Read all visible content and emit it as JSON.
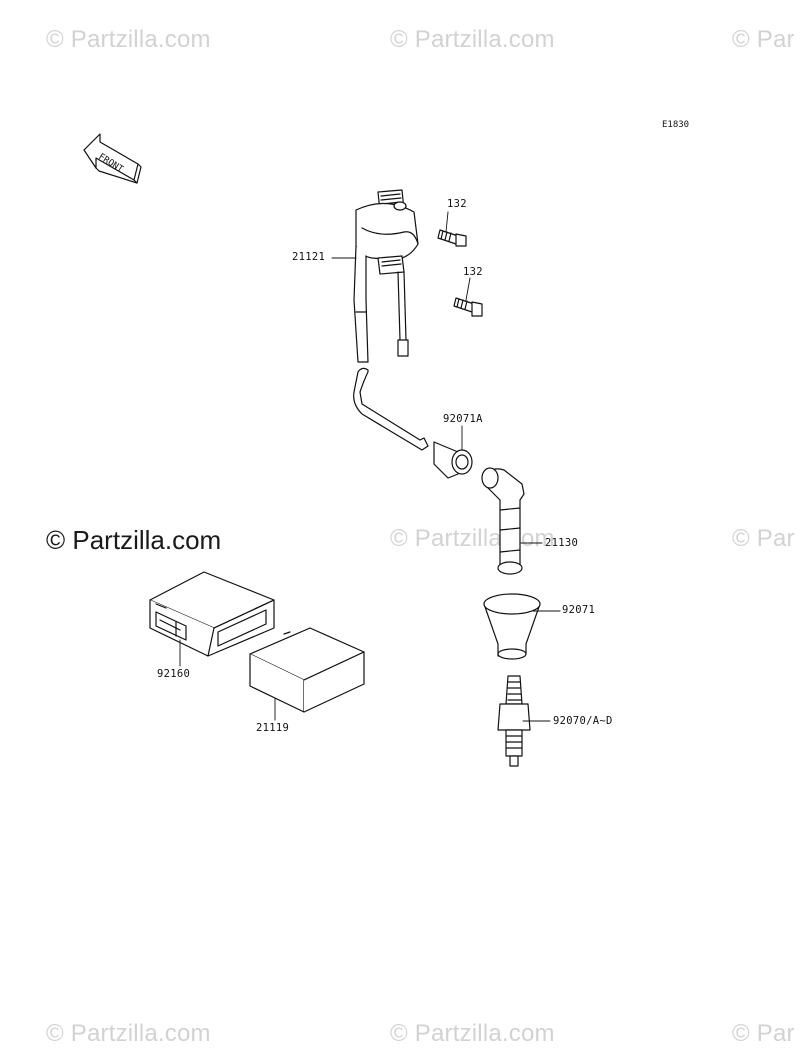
{
  "watermark": {
    "text": "© Partzilla.com",
    "repeat_text": "© Par"
  },
  "diagram": {
    "code": "E1830",
    "front_label": "FRONT"
  },
  "parts": [
    {
      "id": "coil",
      "label": "21121"
    },
    {
      "id": "bolt_upper",
      "label": "132"
    },
    {
      "id": "bolt_lower",
      "label": "132"
    },
    {
      "id": "cap",
      "label": "92071A"
    },
    {
      "id": "plug_cap",
      "label": "21130"
    },
    {
      "id": "seal",
      "label": "92071"
    },
    {
      "id": "spark_plug",
      "label": "92070/A~D"
    },
    {
      "id": "cover",
      "label": "92160"
    },
    {
      "id": "igniter",
      "label": "21119"
    }
  ],
  "colors": {
    "ink": "#111111",
    "watermark": "#d2d2d2"
  }
}
